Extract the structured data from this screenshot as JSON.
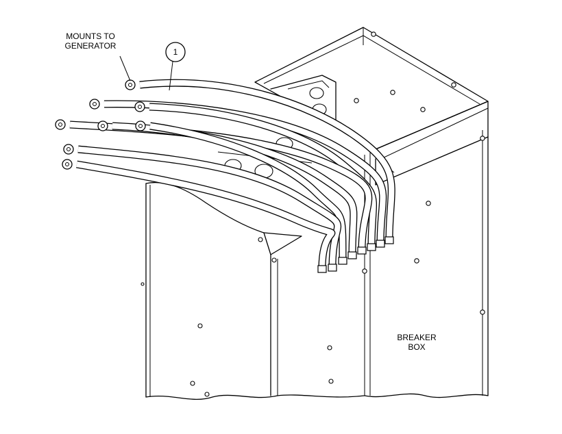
{
  "labels": {
    "mounts_line1": "MOUNTS TO",
    "mounts_line2": "GENERATOR",
    "callout_number": "1",
    "breaker_line1": "BREAKER",
    "breaker_line2": "BOX"
  },
  "cables": [
    {
      "id": "cable-1"
    },
    {
      "id": "cable-2"
    },
    {
      "id": "cable-3"
    },
    {
      "id": "cable-4"
    },
    {
      "id": "cable-5"
    },
    {
      "id": "cable-6"
    },
    {
      "id": "cable-7"
    },
    {
      "id": "cable-8"
    }
  ]
}
